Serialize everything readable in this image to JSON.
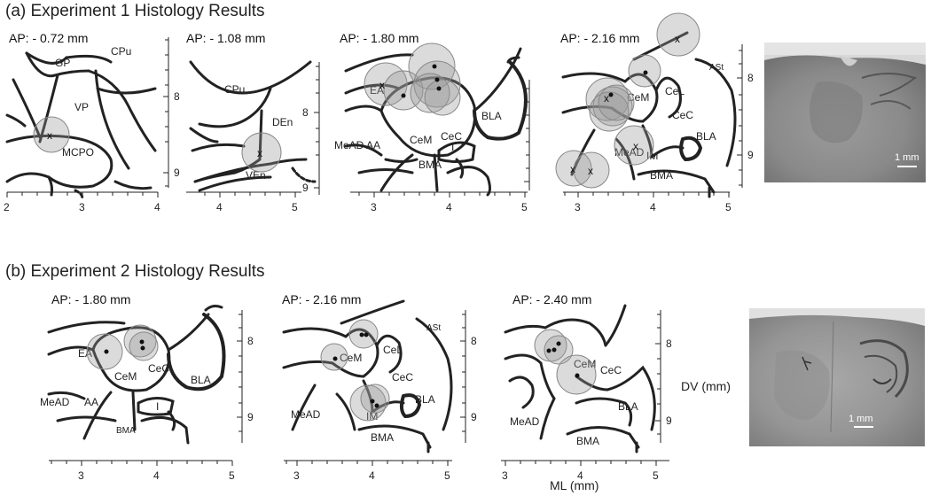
{
  "experiment1": {
    "title": "(a) Experiment 1 Histology Results",
    "panels": [
      {
        "ap": "AP: - 0.72 mm",
        "regions": [
          "GP",
          "CPu",
          "VP",
          "MCPO"
        ],
        "ml_ticks": [
          "2",
          "3",
          "4"
        ],
        "dv_ticks": [
          "8",
          "9"
        ]
      },
      {
        "ap": "AP: - 1.08 mm",
        "regions": [
          "CPu",
          "DEn",
          "VEn"
        ],
        "ml_ticks": [
          "4",
          "5"
        ],
        "dv_ticks": [
          "8",
          "9"
        ]
      },
      {
        "ap": "AP: - 1.80 mm",
        "regions": [
          "EA",
          "CeM",
          "CeC",
          "BLA",
          "MeAD",
          "AA",
          "I",
          "BMA"
        ],
        "ml_ticks": [
          "3",
          "4",
          "5"
        ],
        "dv_ticks": []
      },
      {
        "ap": "AP: - 2.16 mm",
        "regions": [
          "ASt",
          "CeL",
          "CeM",
          "CeC",
          "BLA",
          "MeAD",
          "IM",
          "BMA"
        ],
        "ml_ticks": [
          "3",
          "4",
          "5"
        ],
        "dv_ticks": [
          "8",
          "9"
        ]
      }
    ],
    "scale_bar": "1 mm"
  },
  "experiment2": {
    "title": "(b) Experiment 2 Histology Results",
    "panels": [
      {
        "ap": "AP: - 1.80 mm",
        "regions": [
          "EA",
          "CeM",
          "CeC",
          "BLA",
          "MeAD",
          "AA",
          "I",
          "BMA"
        ],
        "ml_ticks": [
          "3",
          "4",
          "5"
        ],
        "dv_ticks": [
          "8",
          "9"
        ]
      },
      {
        "ap": "AP: - 2.16 mm",
        "regions": [
          "ASt",
          "CeL",
          "CeM",
          "CeC",
          "BLA",
          "MeAD",
          "IM",
          "BMA"
        ],
        "ml_ticks": [
          "3",
          "4",
          "5"
        ],
        "dv_ticks": [
          "8",
          "9"
        ]
      },
      {
        "ap": "AP: - 2.40 mm",
        "regions": [
          "CeM",
          "CeC",
          "MeAD",
          "BLA",
          "BMA"
        ],
        "ml_ticks": [
          "3",
          "4",
          "5"
        ],
        "dv_ticks": [
          "8",
          "9"
        ]
      }
    ],
    "scale_bar": "1 mm",
    "dv_axis_label": "DV (mm)",
    "ml_axis_label": "ML (mm)"
  }
}
